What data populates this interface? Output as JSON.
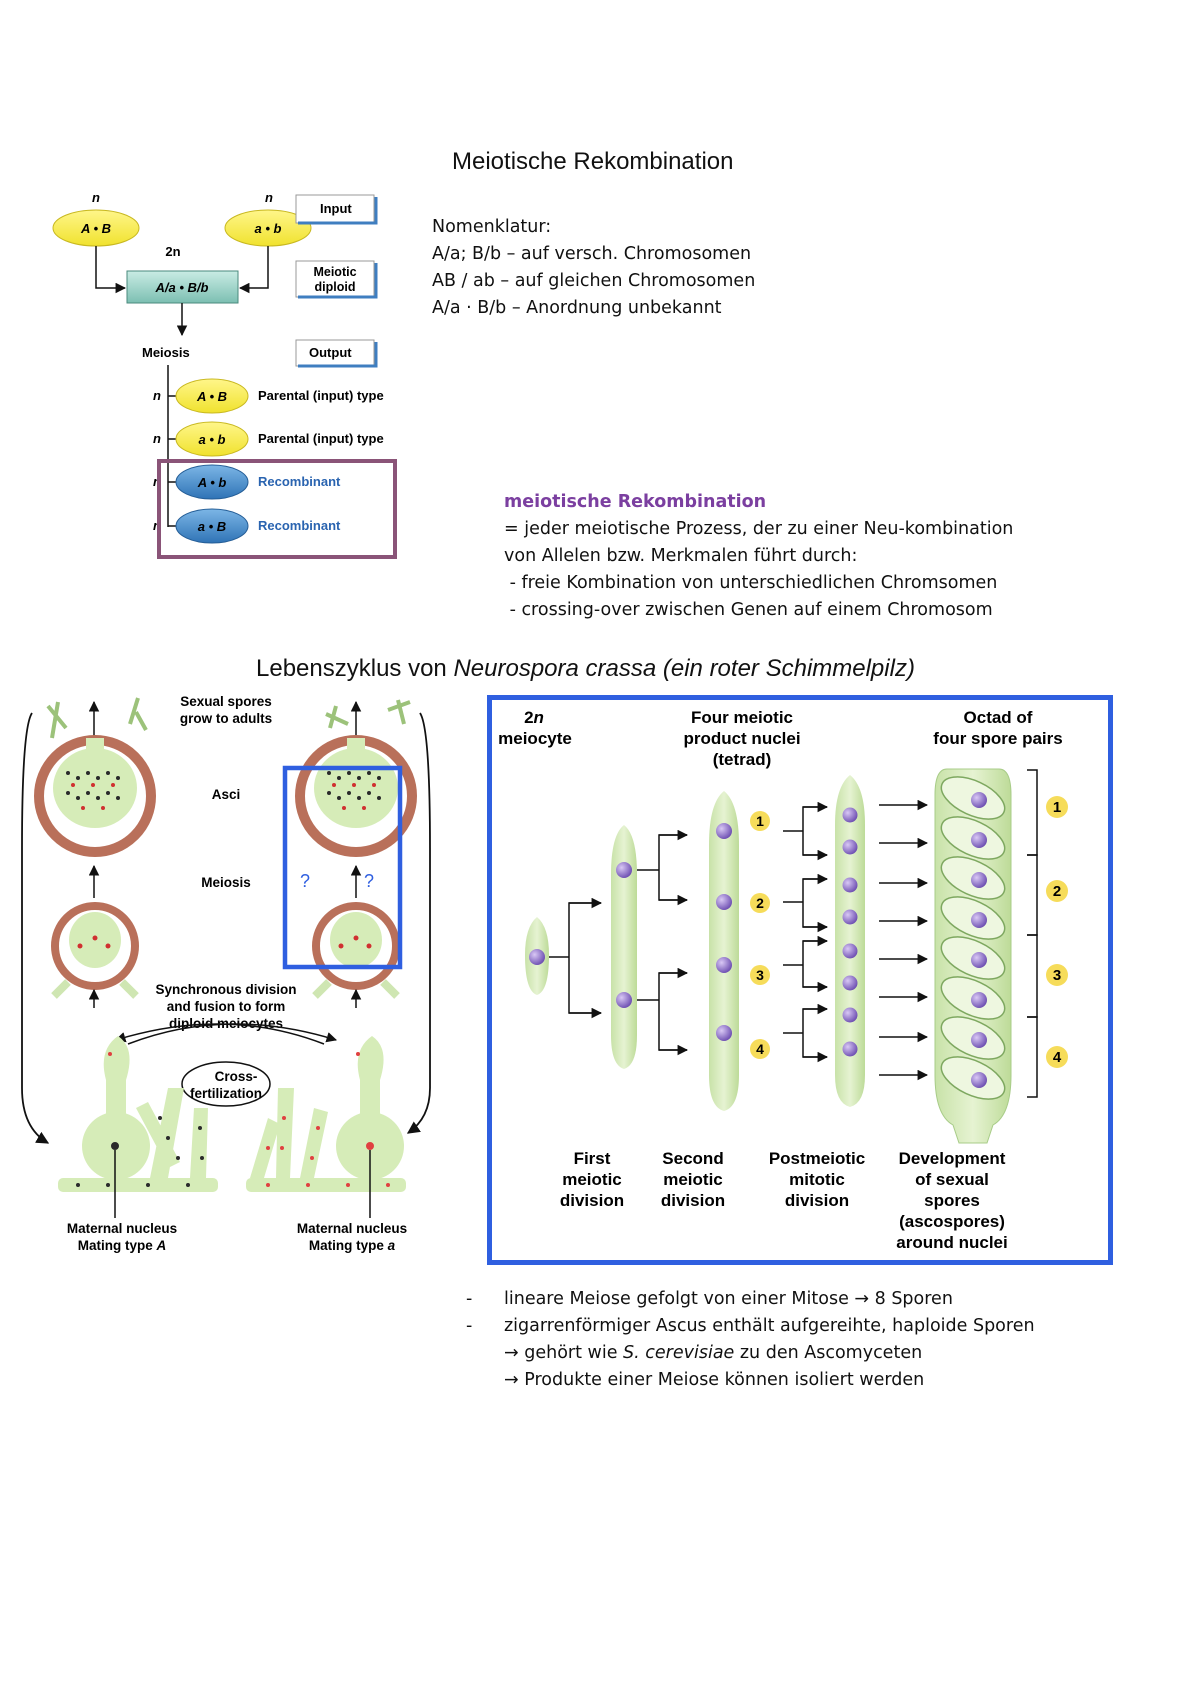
{
  "title1": "Meiotische Rekombination",
  "diagram1": {
    "n_top_left": "n",
    "n_top_right": "n",
    "input_left": "A • B",
    "input_right": "a • b",
    "two_n": "2n",
    "diploid": "A/a • B/b",
    "meiosis": "Meiosis",
    "labels": {
      "input": "Input",
      "meiotic_diploid_1": "Meiotic",
      "meiotic_diploid_2": "diploid",
      "output": "Output"
    },
    "outputs": [
      {
        "n": "n",
        "genotype": "A • B",
        "label": "Parental (input) type"
      },
      {
        "n": "n",
        "genotype": "a • b",
        "label": "Parental (input) type"
      },
      {
        "n": "n",
        "genotype": "A • b",
        "label": "Recombinant"
      },
      {
        "n": "n",
        "genotype": "a • B",
        "label": "Recombinant"
      }
    ]
  },
  "nomenclature": {
    "heading": "Nomenklatur:",
    "lines": [
      "A/a; B/b – auf versch. Chromosomen",
      "AB / ab – auf gleichen Chromosomen",
      "A/a · B/b – Anordnung unbekannt"
    ]
  },
  "definition": {
    "heading": "meiotische Rekombination",
    "lines": [
      "= jeder meiotische Prozess, der zu einer Neu-kombination",
      "von Allelen bzw. Merkmalen führt durch:",
      " - freie Kombination von unterschiedlichen Chromsomen",
      " - crossing-over zwischen Genen auf einem Chromosom"
    ]
  },
  "title2": {
    "prefix": "Lebenszyklus von ",
    "italic": "Neurospora crassa (ein roter Schimmelpilz)"
  },
  "lifecycle": {
    "sexual_spores_1": "Sexual spores",
    "sexual_spores_2": "grow to adults",
    "asci": "Asci",
    "meiosis": "Meiosis",
    "question": "?",
    "sync_1": "Synchronous division",
    "sync_2": "and fusion to form",
    "sync_3": "diploid meiocytes",
    "cross_1": "Cross-",
    "cross_2": "fertilization",
    "maternal_left_1": "Maternal nucleus",
    "maternal_left_2": "Mating type ",
    "maternal_left_2i": "A",
    "maternal_right_1": "Maternal nucleus",
    "maternal_right_2": "Mating type ",
    "maternal_right_2i": "a"
  },
  "octad": {
    "h1_1": "2",
    "h1_1i": "n",
    "h1_2": "meiocyte",
    "h2_1": "Four meiotic",
    "h2_2": "product nuclei",
    "h2_3": "(tetrad)",
    "h3_1": "Octad of",
    "h3_2": "four spore pairs",
    "badges": [
      "1",
      "2",
      "3",
      "4"
    ],
    "b1_1": "First",
    "b1_2": "meiotic",
    "b1_3": "division",
    "b2_1": "Second",
    "b2_2": "meiotic",
    "b2_3": "division",
    "b3_1": "Postmeiotic",
    "b3_2": "mitotic",
    "b3_3": "division",
    "b4_1": "Development",
    "b4_2": "of sexual",
    "b4_3": "spores",
    "b4_4": "(ascospores)",
    "b4_5": "around nuclei"
  },
  "bullets": {
    "dash": "-",
    "line1": "lineare Meiose gefolgt von einer Mitose → 8 Sporen",
    "line2": "zigarrenförmiger Ascus enthält aufgereihte, haploide Sporen",
    "line3a": "→ gehört wie ",
    "line3i": "S. cerevisiae",
    "line3b": " zu den Ascomyceten",
    "line4": "→ Produkte einer Meiose können isoliert werden"
  },
  "colors": {
    "yellow": "#f3e83a",
    "blue": "#3f86c4",
    "teal": "#9fd3c8",
    "purple_box": "#8a5478",
    "blue_box": "#2f5fe0",
    "spore": "#8a68c8",
    "green": "#d8ebb8"
  }
}
